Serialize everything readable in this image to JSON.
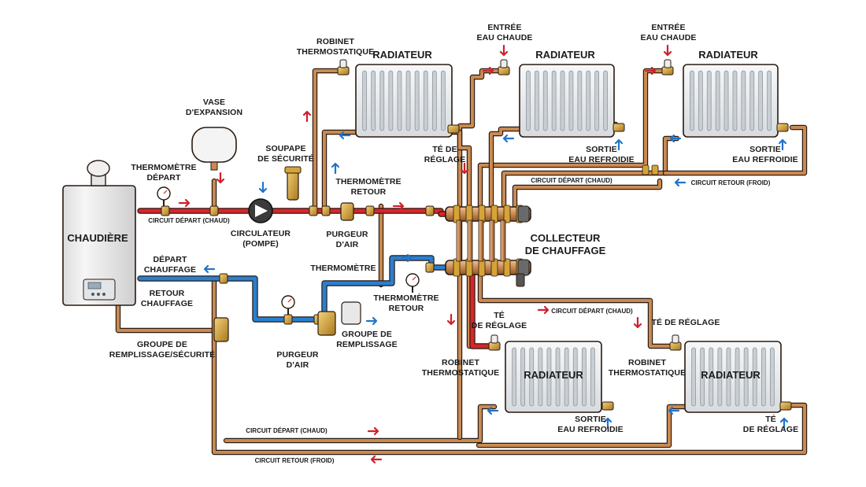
{
  "labels": {
    "chaudiere": "CHAUDIÈRE",
    "vase_1": "VASE",
    "vase_2": "D'EXPANSION",
    "thermo_depart_1": "THERMOMÈTRE",
    "thermo_depart_2": "DÉPART",
    "circuit_depart_chaud_boiler": "CIRCUIT DÉPART (CHAUD)",
    "circulateur_1": "CIRCULATEUR",
    "circulateur_2": "(POMPE)",
    "soupape_1": "SOUPAPE",
    "soupape_2": "DE SÉCURITÉ",
    "thermo_retour_top_1": "THERMOMÈTRE",
    "thermo_retour_top_2": "RETOUR",
    "purgeur_top_1": "PURGEUR",
    "purgeur_top_2": "D'AIR",
    "robinet_top_1": "ROBINET",
    "robinet_top_2": "THERMOSTATIQUE",
    "radiateur": "RADIATEUR",
    "te_reglage_top_1": "TÉ DE",
    "te_reglage_top_2": "RÉGLAGE",
    "entree_1": "ENTRÉE",
    "entree_2": "EAU CHAUDE",
    "sortie_1": "SORTIE",
    "sortie_2": "EAU REFROIDIE",
    "circuit_depart_chaud_upper": "CIRCUIT DÉPART (CHAUD)",
    "circuit_retour_froid_upper": "CIRCUIT RETOUR (FROID)",
    "collecteur_1": "COLLECTEUR",
    "collecteur_2": "DE CHAUFFAGE",
    "depart_chauffage_1": "DÉPART",
    "depart_chauffage_2": "CHAUFFAGE",
    "retour_chauffage_1": "RETOUR",
    "retour_chauffage_2": "CHAUFFAGE",
    "thermometre": "THERMOMÈTRE",
    "thermo_retour_bottom_1": "THERMOMÈTRE",
    "thermo_retour_bottom_2": "RETOUR",
    "groupe_securite_1": "GROUPE DE",
    "groupe_securite_2": "REMPLISSAGE/SÉCURITÉ",
    "groupe_remplissage_1": "GROUPE DE",
    "groupe_remplissage_2": "REMPLISSAGE",
    "purgeur_bottom_1": "PURGEUR",
    "purgeur_bottom_2": "D'AIR",
    "te_reglage_mid_1": "TÉ",
    "te_reglage_mid_2": "DE RÉGLAGE",
    "circuit_depart_chaud_lower": "CIRCUIT DÉPART (CHAUD)",
    "te_de_reglage": "TÉ DE RÉGLAGE",
    "robinet_bottom_1": "ROBINET",
    "robinet_bottom_2": "THERMOSTATIQUE",
    "robinet_br_1": "ROBINET",
    "robinet_br_2": "THERMOSTATIQUE",
    "sortie_bottom_1": "SORTIE",
    "sortie_bottom_2": "EAU REFROIDIE",
    "te_bottom_1": "TÉ",
    "te_bottom_2": "DE RÉGLAGE",
    "circuit_depart_chaud_bottom": "CIRCUIT DÉPART (CHAUD)",
    "circuit_retour_froid_bottom": "CIRCUIT RETOUR (FROID)"
  },
  "colors": {
    "copper": "#c98a53",
    "copper_dark": "#7a4a22",
    "hot_pipe": "#d7262b",
    "cold_pipe": "#2a7fd0",
    "pipe_outline": "#2a1a10",
    "radiator_body": "#eef0f2",
    "radiator_fin": "#c9ced3",
    "boiler_body": "#f1f1f1",
    "brass": "#d4a437",
    "arrow_red": "#d0202a",
    "arrow_blue": "#2174c8"
  }
}
